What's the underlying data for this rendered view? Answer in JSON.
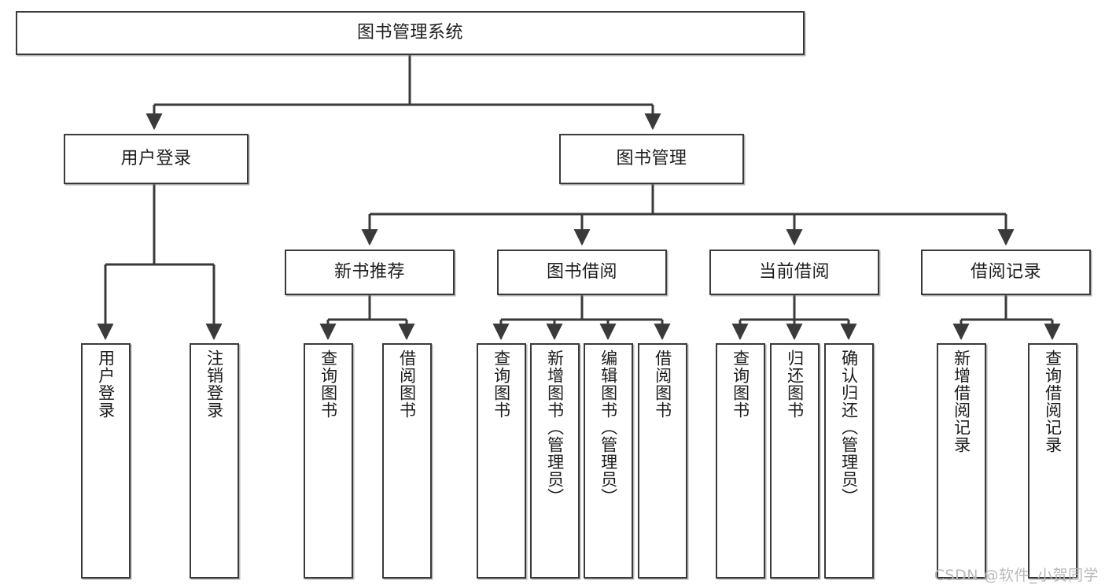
{
  "diagram": {
    "title": "图书管理系统",
    "type": "tree-hierarchy-chart",
    "root": {
      "id": "root",
      "label": "图书管理系统"
    },
    "level1": [
      {
        "id": "user-login",
        "label": "用户登录"
      },
      {
        "id": "book-manage",
        "label": "图书管理"
      }
    ],
    "level2": [
      {
        "id": "new-book-rec",
        "label": "新书推荐"
      },
      {
        "id": "book-borrow",
        "label": "图书借阅"
      },
      {
        "id": "current-borrow",
        "label": "当前借阅"
      },
      {
        "id": "borrow-record",
        "label": "借阅记录"
      }
    ],
    "leaves": {
      "user_login": [
        {
          "id": "leaf-user-login",
          "label": "用户登录"
        },
        {
          "id": "leaf-logout",
          "label": "注销登录"
        }
      ],
      "new_book_rec": [
        {
          "id": "leaf-query-book-1",
          "label": "查询图书"
        },
        {
          "id": "leaf-borrow-book-1",
          "label": "借阅图书"
        }
      ],
      "book_borrow": [
        {
          "id": "leaf-query-book-2",
          "label": "查询图书"
        },
        {
          "id": "leaf-add-book",
          "label": "新增图书（管理员）"
        },
        {
          "id": "leaf-edit-book",
          "label": "编辑图书（管理员）"
        },
        {
          "id": "leaf-borrow-book-2",
          "label": "借阅图书"
        }
      ],
      "current_borrow": [
        {
          "id": "leaf-query-book-3",
          "label": "查询图书"
        },
        {
          "id": "leaf-return-book",
          "label": "归还图书"
        },
        {
          "id": "leaf-confirm-return",
          "label": "确认归还（管理员）"
        }
      ],
      "borrow_record": [
        {
          "id": "leaf-add-record",
          "label": "新增借阅记录"
        },
        {
          "id": "leaf-query-record",
          "label": "查询借阅记录"
        }
      ]
    }
  },
  "watermark": {
    "text": "CSDN @软件_小贺同学"
  },
  "colors": {
    "border": "#3a3a3a",
    "background": "#ffffff",
    "text": "#1c1c1c",
    "watermark": "#b9b9b9",
    "connector": "#3a3a3a"
  }
}
